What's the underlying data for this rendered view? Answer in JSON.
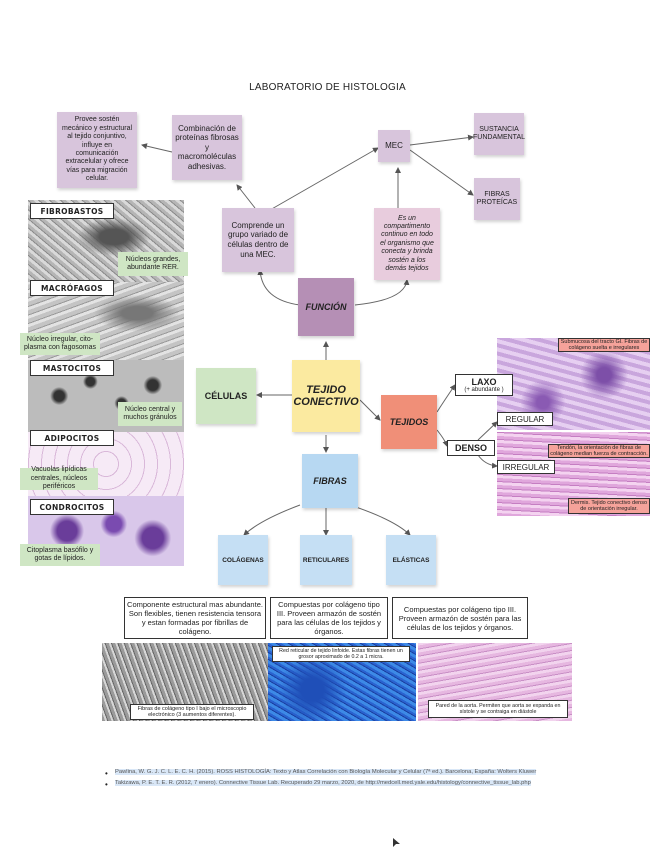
{
  "title": "LABORATORIO DE HISTOLOGIA",
  "center": "TEJIDO CONECTIVO",
  "funcion": {
    "label": "FUNCIÓN",
    "left_note": "Comprende un grupo variado de células dentro de una MEC.",
    "right_note": "Es un compartimento continuo en todo el organismo que conecta y brinda sostén a los demás tejidos",
    "combo_note": "Combinación de proteínas fibrosas y macromoléculas adhesivas.",
    "provee_note": "Provee sostén mecánico y estructural al tejido conjuntivo, influye en comunicación extracelular y ofrece vías para migración celular.",
    "mec": "MEC",
    "sustancia": "SUSTANCIA FUNDAMENTAL",
    "fibras_proteicas": "FIBRAS PROTEÍCAS"
  },
  "celulas": {
    "label": "CÉLULAS",
    "items": [
      {
        "name": "FIBROBASTOS",
        "note": "Núcleos grandes, abundante RER."
      },
      {
        "name": "MACRÓFAGOS",
        "note": "Núcleo irregular, cito-plasma con fagosomas"
      },
      {
        "name": "MASTOCITOS",
        "note": "Núcleo central y muchos gránulos"
      },
      {
        "name": "ADIPOCITOS",
        "note": "Vacuolas lipídicas centrales, núcleos periféricos"
      },
      {
        "name": "CONDROCITOS",
        "note": "Citoplasma basófilo y gotas de lípidos."
      }
    ]
  },
  "tejidos": {
    "label": "TEJIDOS",
    "laxo": "LAXO",
    "laxo_sub": "(+ abundante )",
    "denso": "DENSO",
    "regular": "REGULAR",
    "irregular": "IRREGULAR",
    "cap_laxo": "Submucosa del tracto GI. Fibras de colágeno suelta e irregulares",
    "cap_regular": "Tendón, la orientación de fibras de colágeno median fuerza de contracción.",
    "cap_irregular": "Dermis. Tejido conectivo denso de orientación irregular."
  },
  "fibras": {
    "label": "FIBRAS",
    "types": [
      {
        "name": "COLÁGENAS",
        "desc": "Componente estructural mas abundante. Son flexibles, tienen resistencia tensora y estan formadas por fibrillas de colágeno."
      },
      {
        "name": "RETICULARES",
        "desc": "Compuestas por colágeno tipo III. Proveen armazón de sostén para las células de los tejidos y órganos."
      },
      {
        "name": "ELÁSTICAS",
        "desc": "Compuestas por colágeno tipo III. Proveen armazón de sostén para las células de los tejidos y órganos."
      }
    ],
    "cap_colagenas": "Fibras de colágeno tipo I bajo el microscopio electrónico (3 aumentos diferentes).",
    "cap_reticulares": "Red reticular de tejido linfoide. Estas fibras tienen un grosor aproximado de 0.2 a 1 micra.",
    "cap_elasticas": "Pared de la aorta. Permiten que aorta se expanda en sístole y se contraiga en diástole"
  },
  "references": [
    {
      "text": "Pawlina, W. G. J. C. L. E. C. H. (2015). ROSS HISTOLOGÍA: Texto y Atlas Correlación con Biología Molecular y Celular (7ª ed.). Barcelona, España: Wolters Kluwer"
    },
    {
      "text": "Takizawa, P. E. T. E. R. (2012, 7 enero). Connective Tissue Lab. Recuperado 29 marzo, 2020, de http://medcell.med.yale.edu/histology/connective_tissue_lab.php"
    }
  ],
  "colors": {
    "purple_note": "#d8c5dc",
    "green_note": "#cfe6c4",
    "yellow_note": "#fbeaa0",
    "salmon_note": "#f08f78",
    "blue_note": "#b7d8f2",
    "mauve_note": "#b58fb5"
  }
}
